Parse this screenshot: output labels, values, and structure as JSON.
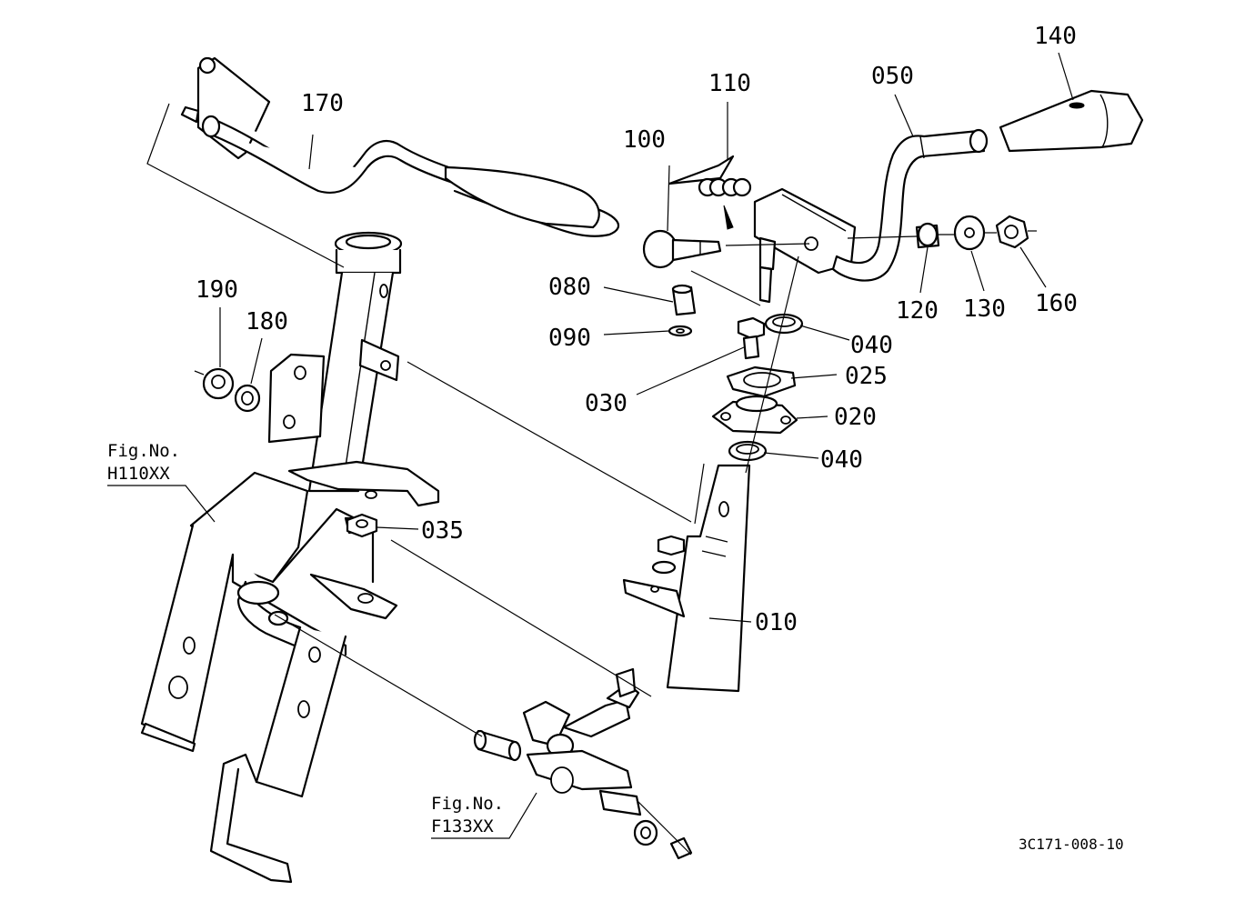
{
  "callouts": [
    {
      "id": "010",
      "text": "010"
    },
    {
      "id": "020",
      "text": "020"
    },
    {
      "id": "025",
      "text": "025"
    },
    {
      "id": "030",
      "text": "030"
    },
    {
      "id": "035",
      "text": "035"
    },
    {
      "id": "040a",
      "text": "040"
    },
    {
      "id": "040b",
      "text": "040"
    },
    {
      "id": "050",
      "text": "050"
    },
    {
      "id": "080",
      "text": "080"
    },
    {
      "id": "090",
      "text": "090"
    },
    {
      "id": "100",
      "text": "100"
    },
    {
      "id": "110",
      "text": "110"
    },
    {
      "id": "120",
      "text": "120"
    },
    {
      "id": "130",
      "text": "130"
    },
    {
      "id": "140",
      "text": "140"
    },
    {
      "id": "160",
      "text": "160"
    },
    {
      "id": "170",
      "text": "170"
    },
    {
      "id": "180",
      "text": "180"
    },
    {
      "id": "190",
      "text": "190"
    }
  ],
  "references": [
    {
      "line1": "Fig.No.",
      "line2": "H110XX"
    },
    {
      "line1": "Fig.No.",
      "line2": "F133XX"
    }
  ],
  "drawing_code": "3C171-008-10"
}
